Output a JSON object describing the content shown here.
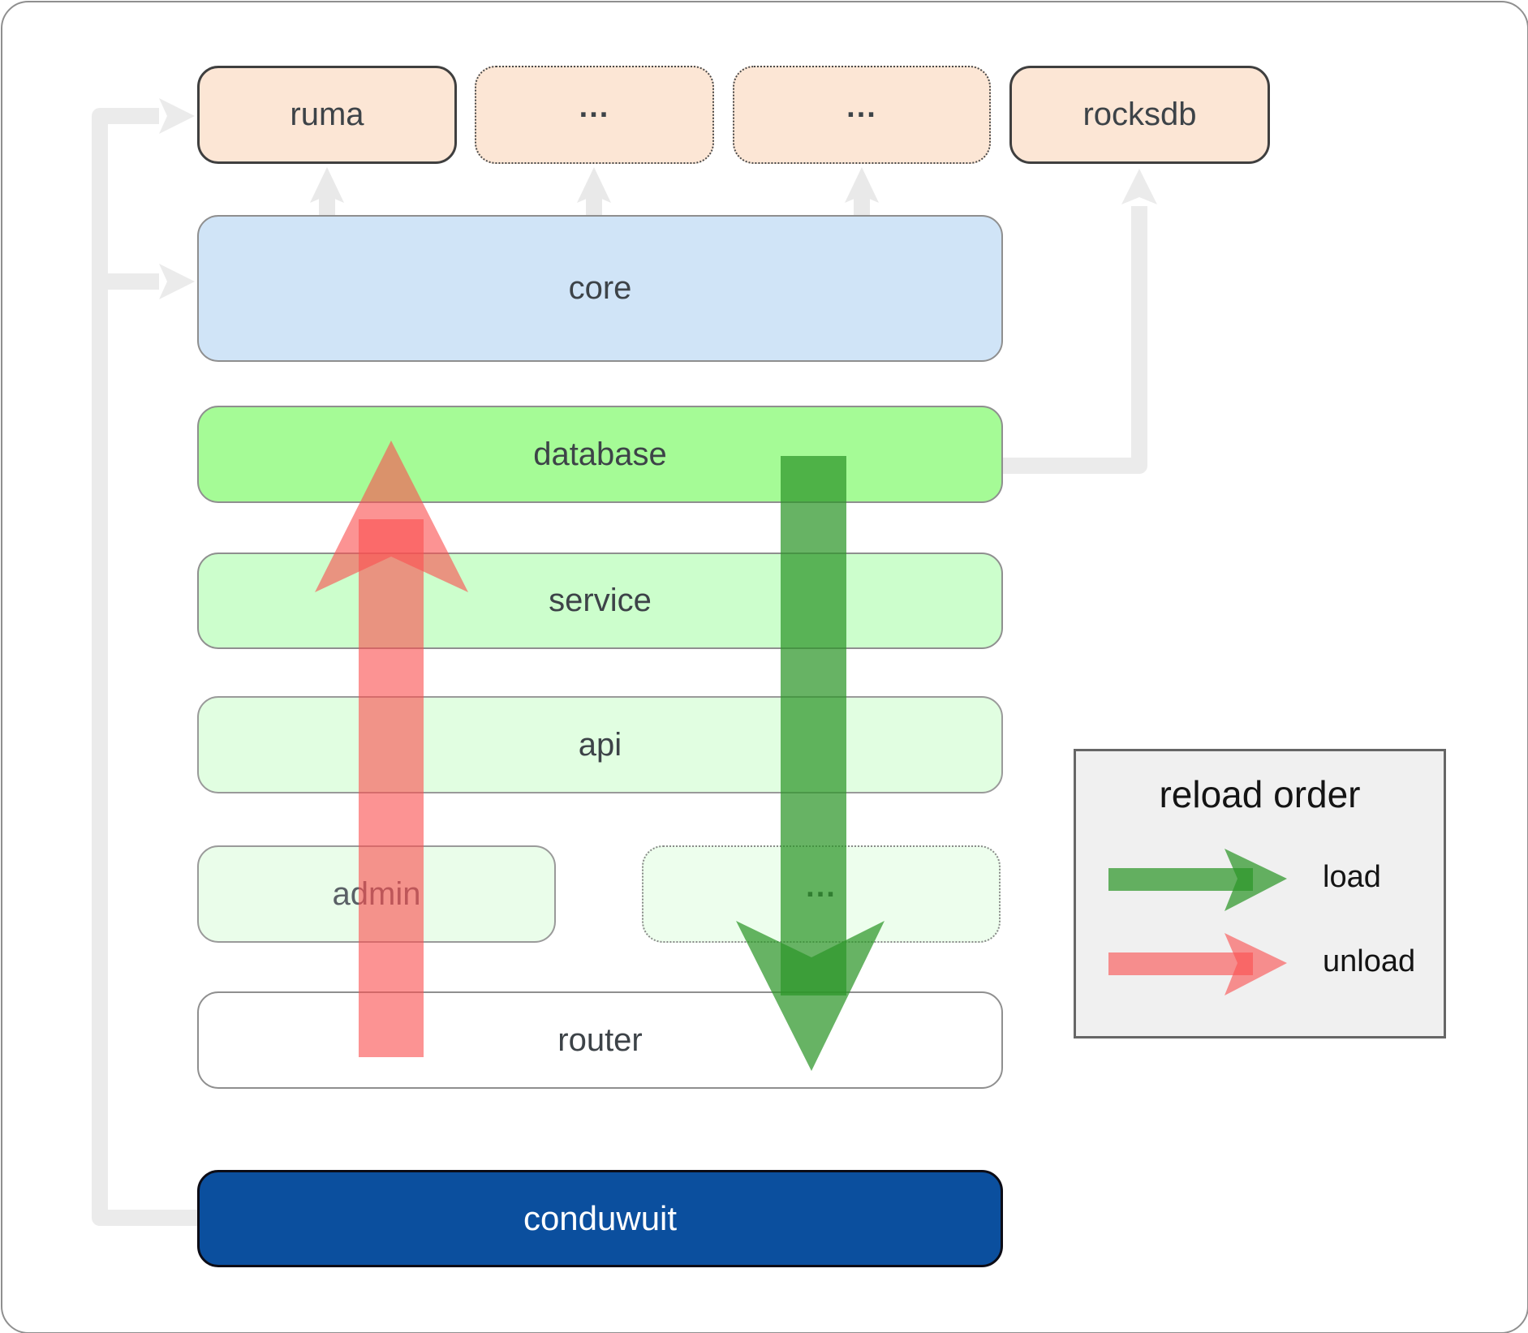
{
  "top_row": [
    {
      "label": "ruma",
      "style": "solid"
    },
    {
      "label": "...",
      "style": "dotted"
    },
    {
      "label": "...",
      "style": "dotted"
    },
    {
      "label": "rocksdb",
      "style": "solid"
    }
  ],
  "layers": {
    "core": {
      "label": "core"
    },
    "database": {
      "label": "database"
    },
    "service": {
      "label": "service"
    },
    "api": {
      "label": "api"
    },
    "admin": {
      "label": "admin"
    },
    "admin_more": {
      "label": "..."
    },
    "router": {
      "label": "router"
    },
    "conduwuit": {
      "label": "conduwuit"
    }
  },
  "legend": {
    "title": "reload order",
    "items": [
      {
        "label": "load",
        "color": "#2d9628"
      },
      {
        "label": "unload",
        "color": "#fa5050"
      }
    ]
  },
  "colors": {
    "top_row_fill": "#fce6d5",
    "core_fill": "#d0e4f7",
    "database_fill": "#a5fb96",
    "service_fill": "#ccfecc",
    "api_fill": "#e1fee1",
    "admin_fill": "#eafdea",
    "router_fill": "#ffffff",
    "conduwuit_fill": "#0b4f9e",
    "connector_gray": "#ebebeb",
    "load_arrow_green": "#2d9628",
    "unload_arrow_red": "#fa5050",
    "legend_fill": "#f0f0f0"
  }
}
